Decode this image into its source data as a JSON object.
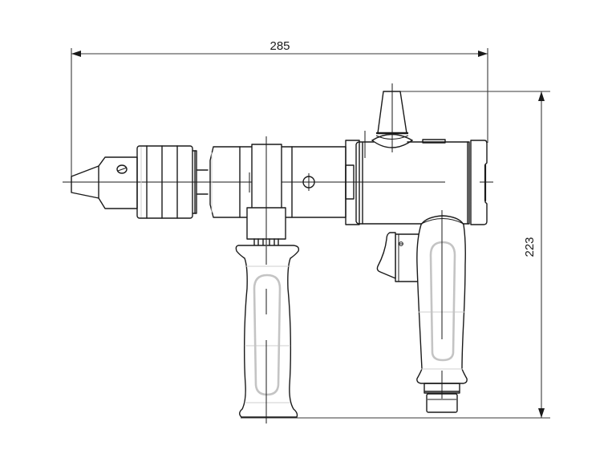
{
  "drawing": {
    "title": "Pneumatic drill with side handle - dimension drawing",
    "dimensions": {
      "overall_length": {
        "value": "285",
        "orientation": "horizontal"
      },
      "overall_height": {
        "value": "223",
        "orientation": "vertical"
      }
    },
    "components": [
      "drill-chuck",
      "chuck-collar",
      "gear-housing",
      "side-handle-clamp",
      "side-handle",
      "motor-housing",
      "exhaust-nozzle",
      "trigger-lever",
      "pistol-grip",
      "air-inlet-fitting"
    ],
    "colors": {
      "line": "#1a1a1a",
      "dimension_line": "#3a3a3a",
      "grip_inlay": "#c4c4c4",
      "background": "#ffffff"
    }
  }
}
